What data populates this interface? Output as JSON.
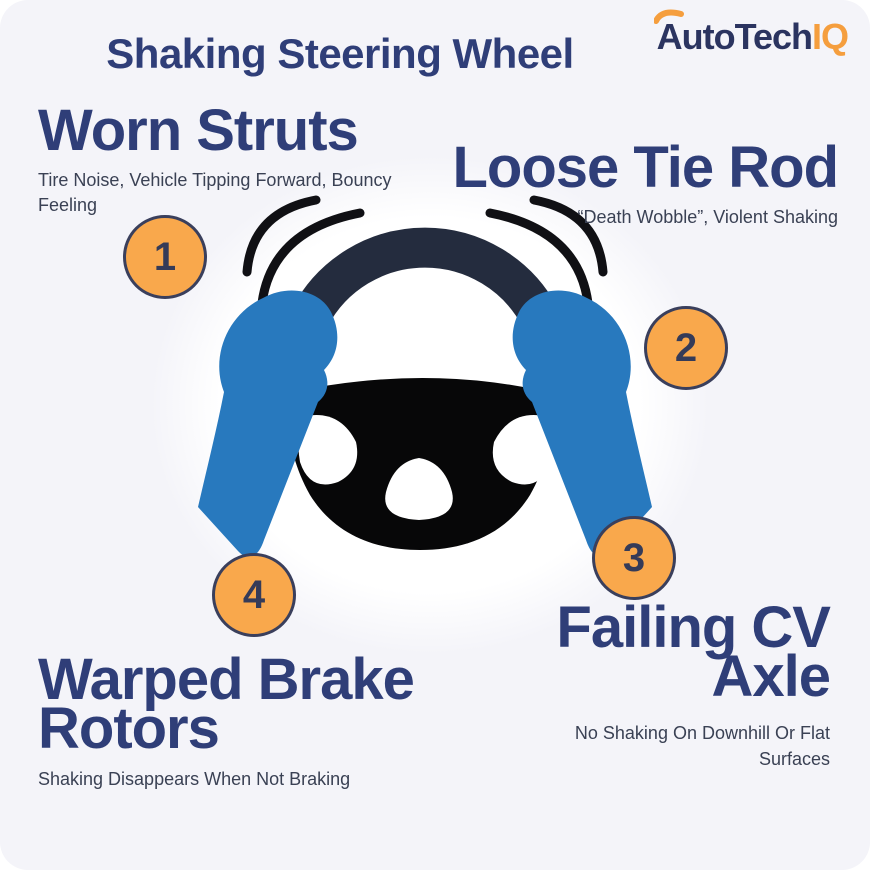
{
  "header": {
    "title": "Shaking Steering Wheel",
    "logo": {
      "main": "AutoTech",
      "accent": "IQ"
    }
  },
  "causes": [
    {
      "number": "1",
      "title": "Worn Struts",
      "subtitle": "Tire Noise, Vehicle Tipping Forward, Bouncy Feeling"
    },
    {
      "number": "2",
      "title": "Loose Tie Rod",
      "subtitle": "“Death Wobble”, Violent Shaking"
    },
    {
      "number": "3",
      "title": "Failing CV Axle",
      "subtitle": "No Shaking On Downhill Or Flat Surfaces"
    },
    {
      "number": "4",
      "title": "Warped Brake Rotors",
      "subtitle": "Shaking Disappears When Not Braking"
    }
  ],
  "illustration": {
    "description": "Two blue hands gripping a black steering wheel with shake/vibration arcs on both sides"
  },
  "colors": {
    "page_background": "#FFFFFF",
    "card_background": "#F4F4F9",
    "heading_navy": "#2F3E78",
    "subtitle_gray": "#3A4154",
    "badge_orange": "#F9A84C",
    "badge_border": "#3A3F5C",
    "logo_navy": "#2B3460",
    "logo_orange": "#F59E3E",
    "hand_blue": "#2879BE",
    "wheel_rim": "#242C3E",
    "wheel_hub": "#070708"
  }
}
